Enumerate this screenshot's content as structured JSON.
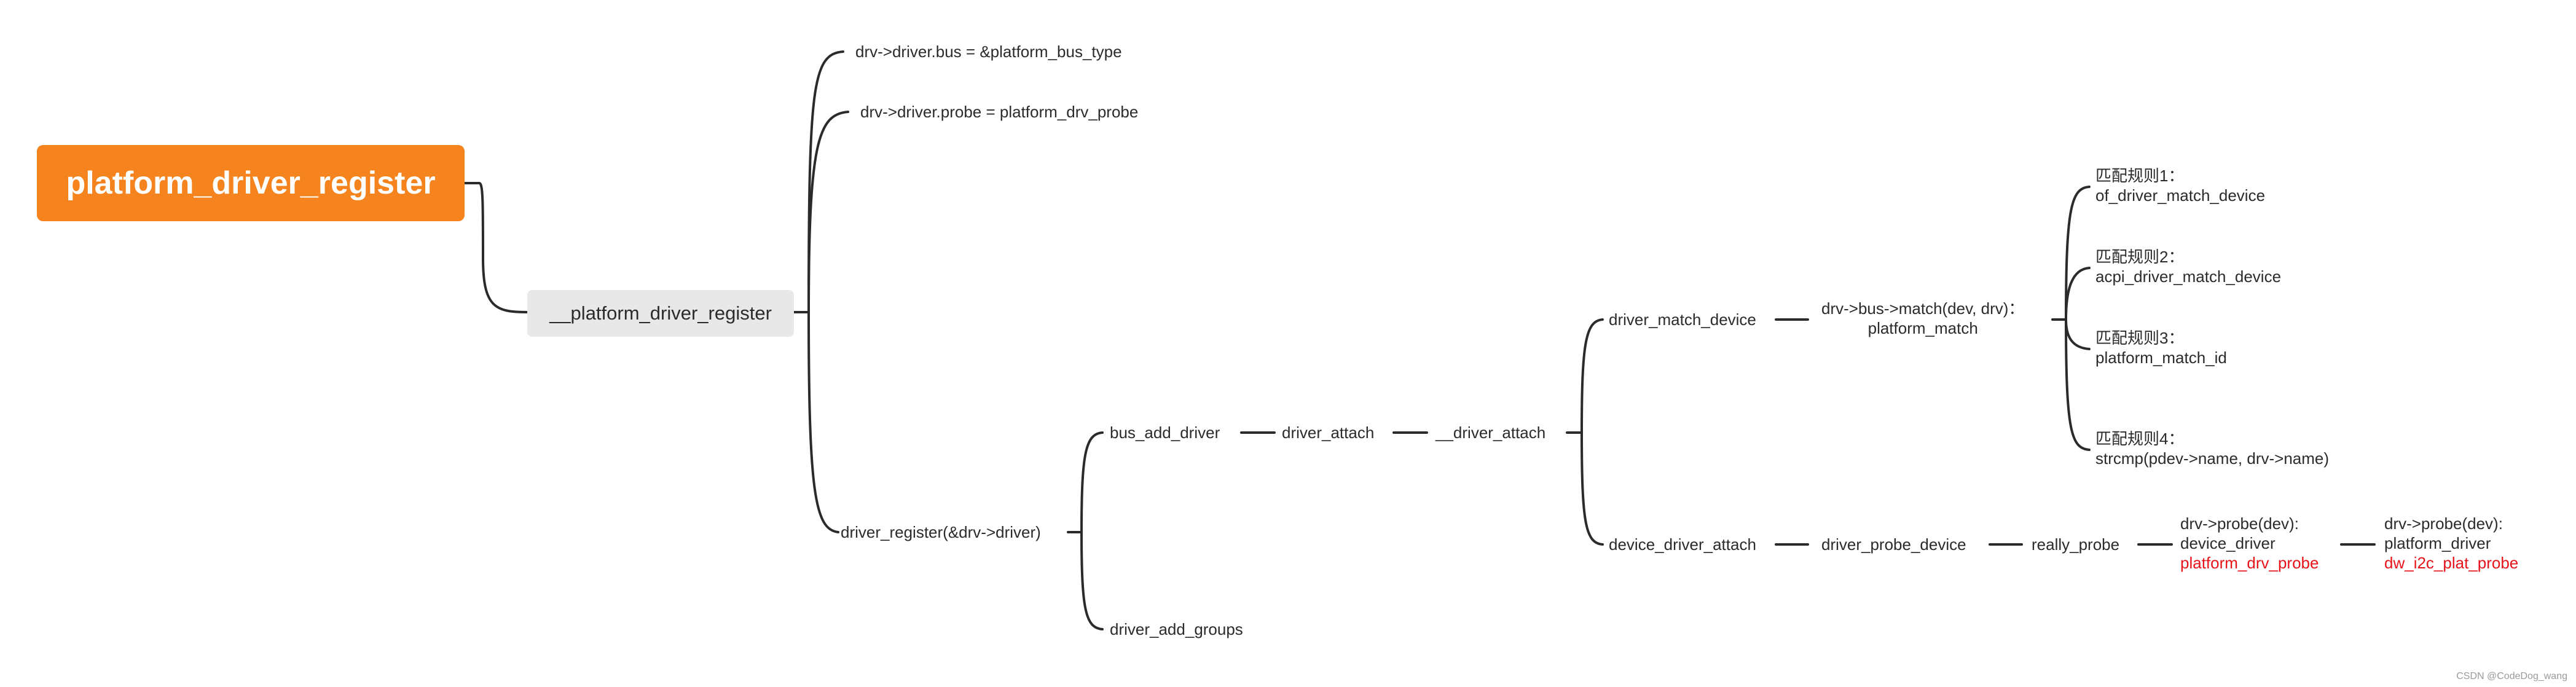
{
  "mindmap": {
    "root": "platform_driver_register",
    "level1": "__platform_driver_register",
    "bus_assign": "drv->driver.bus = &platform_bus_type",
    "probe_assign": "drv->driver.probe = platform_drv_probe",
    "driver_register": "driver_register(&drv->driver)",
    "bus_add_driver": "bus_add_driver",
    "driver_add_groups": "driver_add_groups",
    "driver_attach": "driver_attach",
    "__driver_attach": "__driver_attach",
    "driver_match_device": "driver_match_device",
    "bus_match": [
      "drv->bus->match(dev, drv)：",
      "platform_match"
    ],
    "rule1": [
      "匹配规则1：",
      "of_driver_match_device"
    ],
    "rule2": [
      "匹配规则2：",
      "acpi_driver_match_device"
    ],
    "rule3": [
      "匹配规则3：",
      "platform_match_id"
    ],
    "rule4": [
      "匹配规则4：",
      "strcmp(pdev->name, drv->name)"
    ],
    "device_driver_attach": "device_driver_attach",
    "driver_probe_device": "driver_probe_device",
    "really_probe": "really_probe",
    "probe_device_driver": [
      "drv->probe(dev):",
      "device_driver",
      "platform_drv_probe"
    ],
    "probe_platform_driver": [
      "drv->probe(dev):",
      "platform_driver",
      "dw_i2c_plat_probe"
    ]
  },
  "watermark": "CSDN @CodeDog_wang",
  "colors": {
    "root_bg": "#f5841f",
    "sub_bg": "#e8e8e8",
    "edge": "#2b2b2b",
    "highlight": "#e8131a"
  }
}
